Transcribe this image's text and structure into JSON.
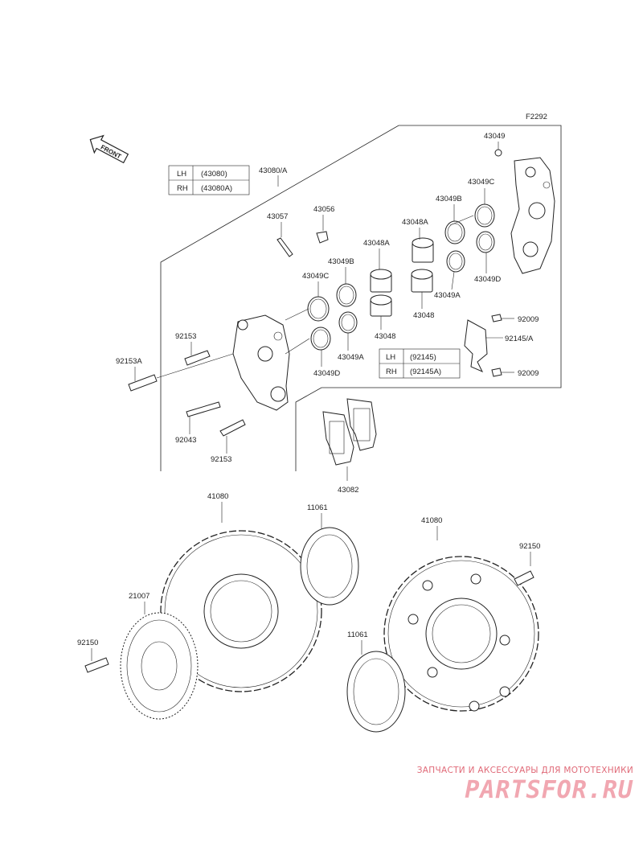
{
  "figure_code": "F2292",
  "front_label": "FRONT",
  "part_labels": {
    "p43080A": "43080/A",
    "p43049_top": "43049",
    "p43049C_r": "43049C",
    "p43049B_r": "43049B",
    "p43048A_r": "43048A",
    "p43049D_r": "43049D",
    "p43049A_r": "43049A",
    "p43048_r": "43048",
    "p43057": "43057",
    "p43056": "43056",
    "p43048A_l": "43048A",
    "p43049B_l": "43049B",
    "p43049C_l": "43049C",
    "p43048_l": "43048",
    "p43049A_l": "43049A",
    "p43049D_l": "43049D",
    "p92009_a": "92009",
    "p92145A": "92145/A",
    "p92009_b": "92009",
    "p92153": "92153",
    "p92153A": "92153A",
    "p92043": "92043",
    "p92153_b": "92153",
    "p43082": "43082",
    "p41080_l": "41080",
    "p11061_a": "11061",
    "p41080_r": "41080",
    "p92150_r": "92150",
    "p21007": "21007",
    "p92150_l": "92150",
    "p11061_b": "11061"
  },
  "table_caliper": {
    "rows": [
      {
        "side": "LH",
        "part": "(43080)"
      },
      {
        "side": "RH",
        "part": "(43080A)"
      }
    ]
  },
  "table_bracket": {
    "rows": [
      {
        "side": "LH",
        "part": "(92145)"
      },
      {
        "side": "RH",
        "part": "(92145A)"
      }
    ]
  },
  "watermark": {
    "subtitle": "ЗАПЧАСТИ И АКСЕССУАРЫ ДЛЯ МОТОТЕХНИКИ",
    "brand": "PARTSFOR.RU"
  }
}
